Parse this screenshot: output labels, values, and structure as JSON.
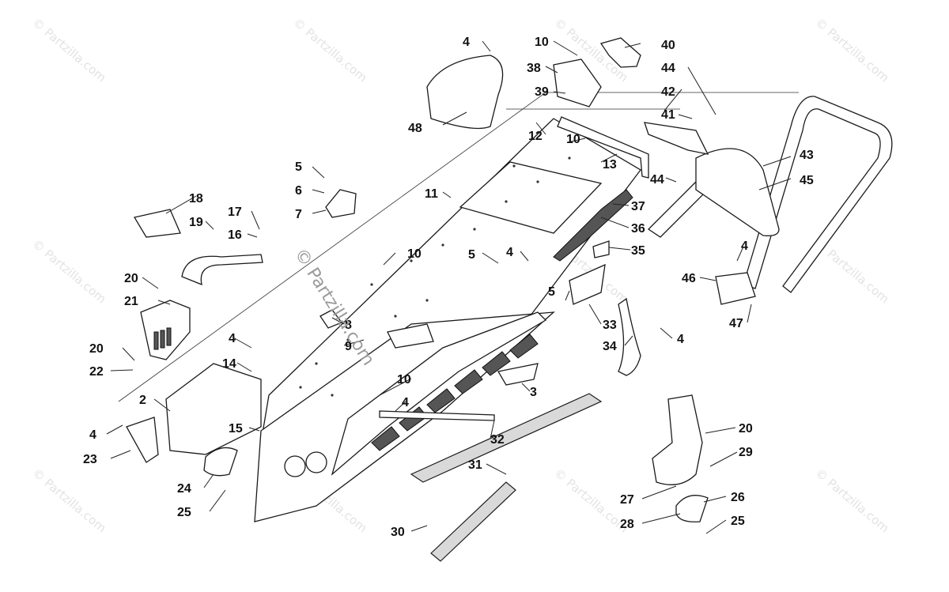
{
  "watermark": {
    "text": "© Partzilla.com",
    "center_text": "© Partzilla.com"
  },
  "callouts": [
    {
      "id": "c4a",
      "label": "4"
    },
    {
      "id": "c10a",
      "label": "10"
    },
    {
      "id": "c40",
      "label": "40"
    },
    {
      "id": "c38",
      "label": "38"
    },
    {
      "id": "c44a",
      "label": "44"
    },
    {
      "id": "c39",
      "label": "39"
    },
    {
      "id": "c42",
      "label": "42"
    },
    {
      "id": "c41",
      "label": "41"
    },
    {
      "id": "c48",
      "label": "48"
    },
    {
      "id": "c12",
      "label": "12"
    },
    {
      "id": "c10b",
      "label": "10"
    },
    {
      "id": "c43",
      "label": "43"
    },
    {
      "id": "c13",
      "label": "13"
    },
    {
      "id": "c44b",
      "label": "44"
    },
    {
      "id": "c45",
      "label": "45"
    },
    {
      "id": "c5a",
      "label": "5"
    },
    {
      "id": "c6",
      "label": "6"
    },
    {
      "id": "c11",
      "label": "11"
    },
    {
      "id": "c37",
      "label": "37"
    },
    {
      "id": "c7",
      "label": "7"
    },
    {
      "id": "c18",
      "label": "18"
    },
    {
      "id": "c17",
      "label": "17"
    },
    {
      "id": "c36",
      "label": "36"
    },
    {
      "id": "c19",
      "label": "19"
    },
    {
      "id": "c16",
      "label": "16"
    },
    {
      "id": "c4b",
      "label": "4"
    },
    {
      "id": "c10c",
      "label": "10"
    },
    {
      "id": "c5b",
      "label": "5"
    },
    {
      "id": "c4c",
      "label": "4"
    },
    {
      "id": "c35",
      "label": "35"
    },
    {
      "id": "c46",
      "label": "46"
    },
    {
      "id": "c20a",
      "label": "20"
    },
    {
      "id": "c21",
      "label": "21"
    },
    {
      "id": "c5c",
      "label": "5"
    },
    {
      "id": "c8",
      "label": "8"
    },
    {
      "id": "c33",
      "label": "33"
    },
    {
      "id": "c47",
      "label": "47"
    },
    {
      "id": "c4d",
      "label": "4"
    },
    {
      "id": "c9",
      "label": "9"
    },
    {
      "id": "c4e",
      "label": "4"
    },
    {
      "id": "c20b",
      "label": "20"
    },
    {
      "id": "c34",
      "label": "34"
    },
    {
      "id": "c14",
      "label": "14"
    },
    {
      "id": "c22",
      "label": "22"
    },
    {
      "id": "c10d",
      "label": "10"
    },
    {
      "id": "c3",
      "label": "3"
    },
    {
      "id": "c2",
      "label": "2"
    },
    {
      "id": "c4f",
      "label": "4"
    },
    {
      "id": "c20c",
      "label": "20"
    },
    {
      "id": "c15",
      "label": "15"
    },
    {
      "id": "c4g",
      "label": "4"
    },
    {
      "id": "c32",
      "label": "32"
    },
    {
      "id": "c29",
      "label": "29"
    },
    {
      "id": "c23",
      "label": "23"
    },
    {
      "id": "c31",
      "label": "31"
    },
    {
      "id": "c24",
      "label": "24"
    },
    {
      "id": "c27",
      "label": "27"
    },
    {
      "id": "c26",
      "label": "26"
    },
    {
      "id": "c25a",
      "label": "25"
    },
    {
      "id": "c28",
      "label": "28"
    },
    {
      "id": "c25b",
      "label": "25"
    },
    {
      "id": "c30",
      "label": "30"
    }
  ]
}
